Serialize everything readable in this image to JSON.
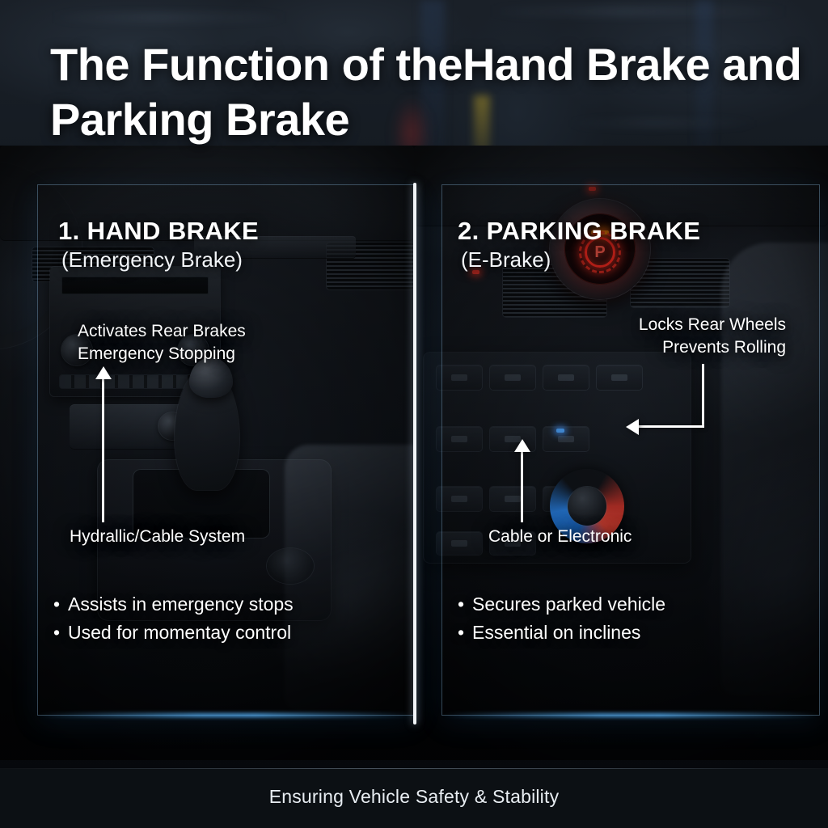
{
  "title": "The Function of theHand Brake and Parking Brake",
  "sections": [
    {
      "heading": "1. HAND BRAKE",
      "subheading": "(Emergency Brake)",
      "callout_top_line1": "Activates Rear Brakes",
      "callout_top_line2": "Emergency Stopping",
      "callout_bottom": "Hydrallic/Cable System",
      "bullets": [
        "Assists in emergency stops",
        "Used for momentay control"
      ]
    },
    {
      "heading": "2. PARKING BRAKE",
      "subheading": "(E-Brake)",
      "callout_top_line1": "Locks Rear Wheels",
      "callout_top_line2": "Prevents Rolling",
      "callout_bottom": "Cable or Electronic",
      "bullets": [
        "Secures parked vehicle",
        "Essential on inclines"
      ]
    }
  ],
  "epb_button": {
    "glyph": "P"
  },
  "footer": {
    "text": "Ensuring Vehicle Safety & Stability"
  },
  "bullet_marker": "•",
  "colors": {
    "background": "#0a0d12",
    "panel_border": "#82afd2",
    "accent_glow": "#50aaf0",
    "text_primary": "#ffffff",
    "footer_band": "#0c1014",
    "brake_red": "#ff2b20",
    "brake_amber": "#ffa300",
    "led_blue": "#4ea6ff"
  }
}
